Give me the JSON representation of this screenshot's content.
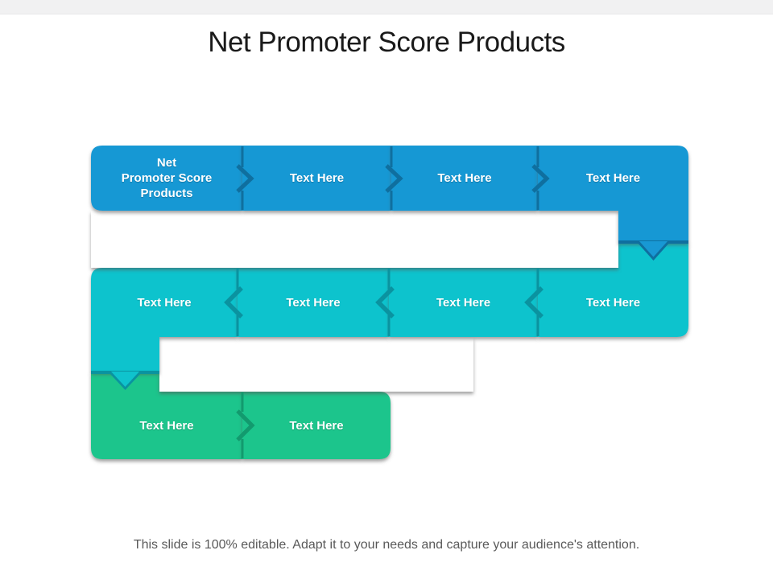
{
  "slide": {
    "title": "Net Promoter Score Products",
    "caption": "This slide is 100% editable. Adapt it to your needs and capture your audience's attention.",
    "background_color": "#ffffff",
    "top_strip_color": "#f1f1f2",
    "title_color": "#1a1a1a",
    "caption_color": "#595959"
  },
  "icons": {
    "chevron_right": "❯",
    "chevron_left": "❮",
    "chevron_down": "▼"
  },
  "flow": {
    "row1": {
      "color": "#1898D4",
      "divider_color": "#0F6F9F",
      "direction": "right",
      "nodes": [
        {
          "label": "Net\nPromoter Score\nProducts"
        },
        {
          "label": "Text Here"
        },
        {
          "label": "Text Here"
        },
        {
          "label": "Text Here"
        }
      ]
    },
    "row2": {
      "color": "#0FC3CD",
      "divider_color": "#0A93A0",
      "direction": "left",
      "nodes": [
        {
          "label": "Text Here"
        },
        {
          "label": "Text Here"
        },
        {
          "label": "Text Here"
        },
        {
          "label": "Text Here"
        }
      ]
    },
    "row3": {
      "color": "#1FC58C",
      "divider_color": "#129A6E",
      "direction": "right",
      "nodes": [
        {
          "label": "Text Here"
        },
        {
          "label": "Text Here"
        }
      ]
    },
    "white_gap_color": "#ffffff"
  }
}
